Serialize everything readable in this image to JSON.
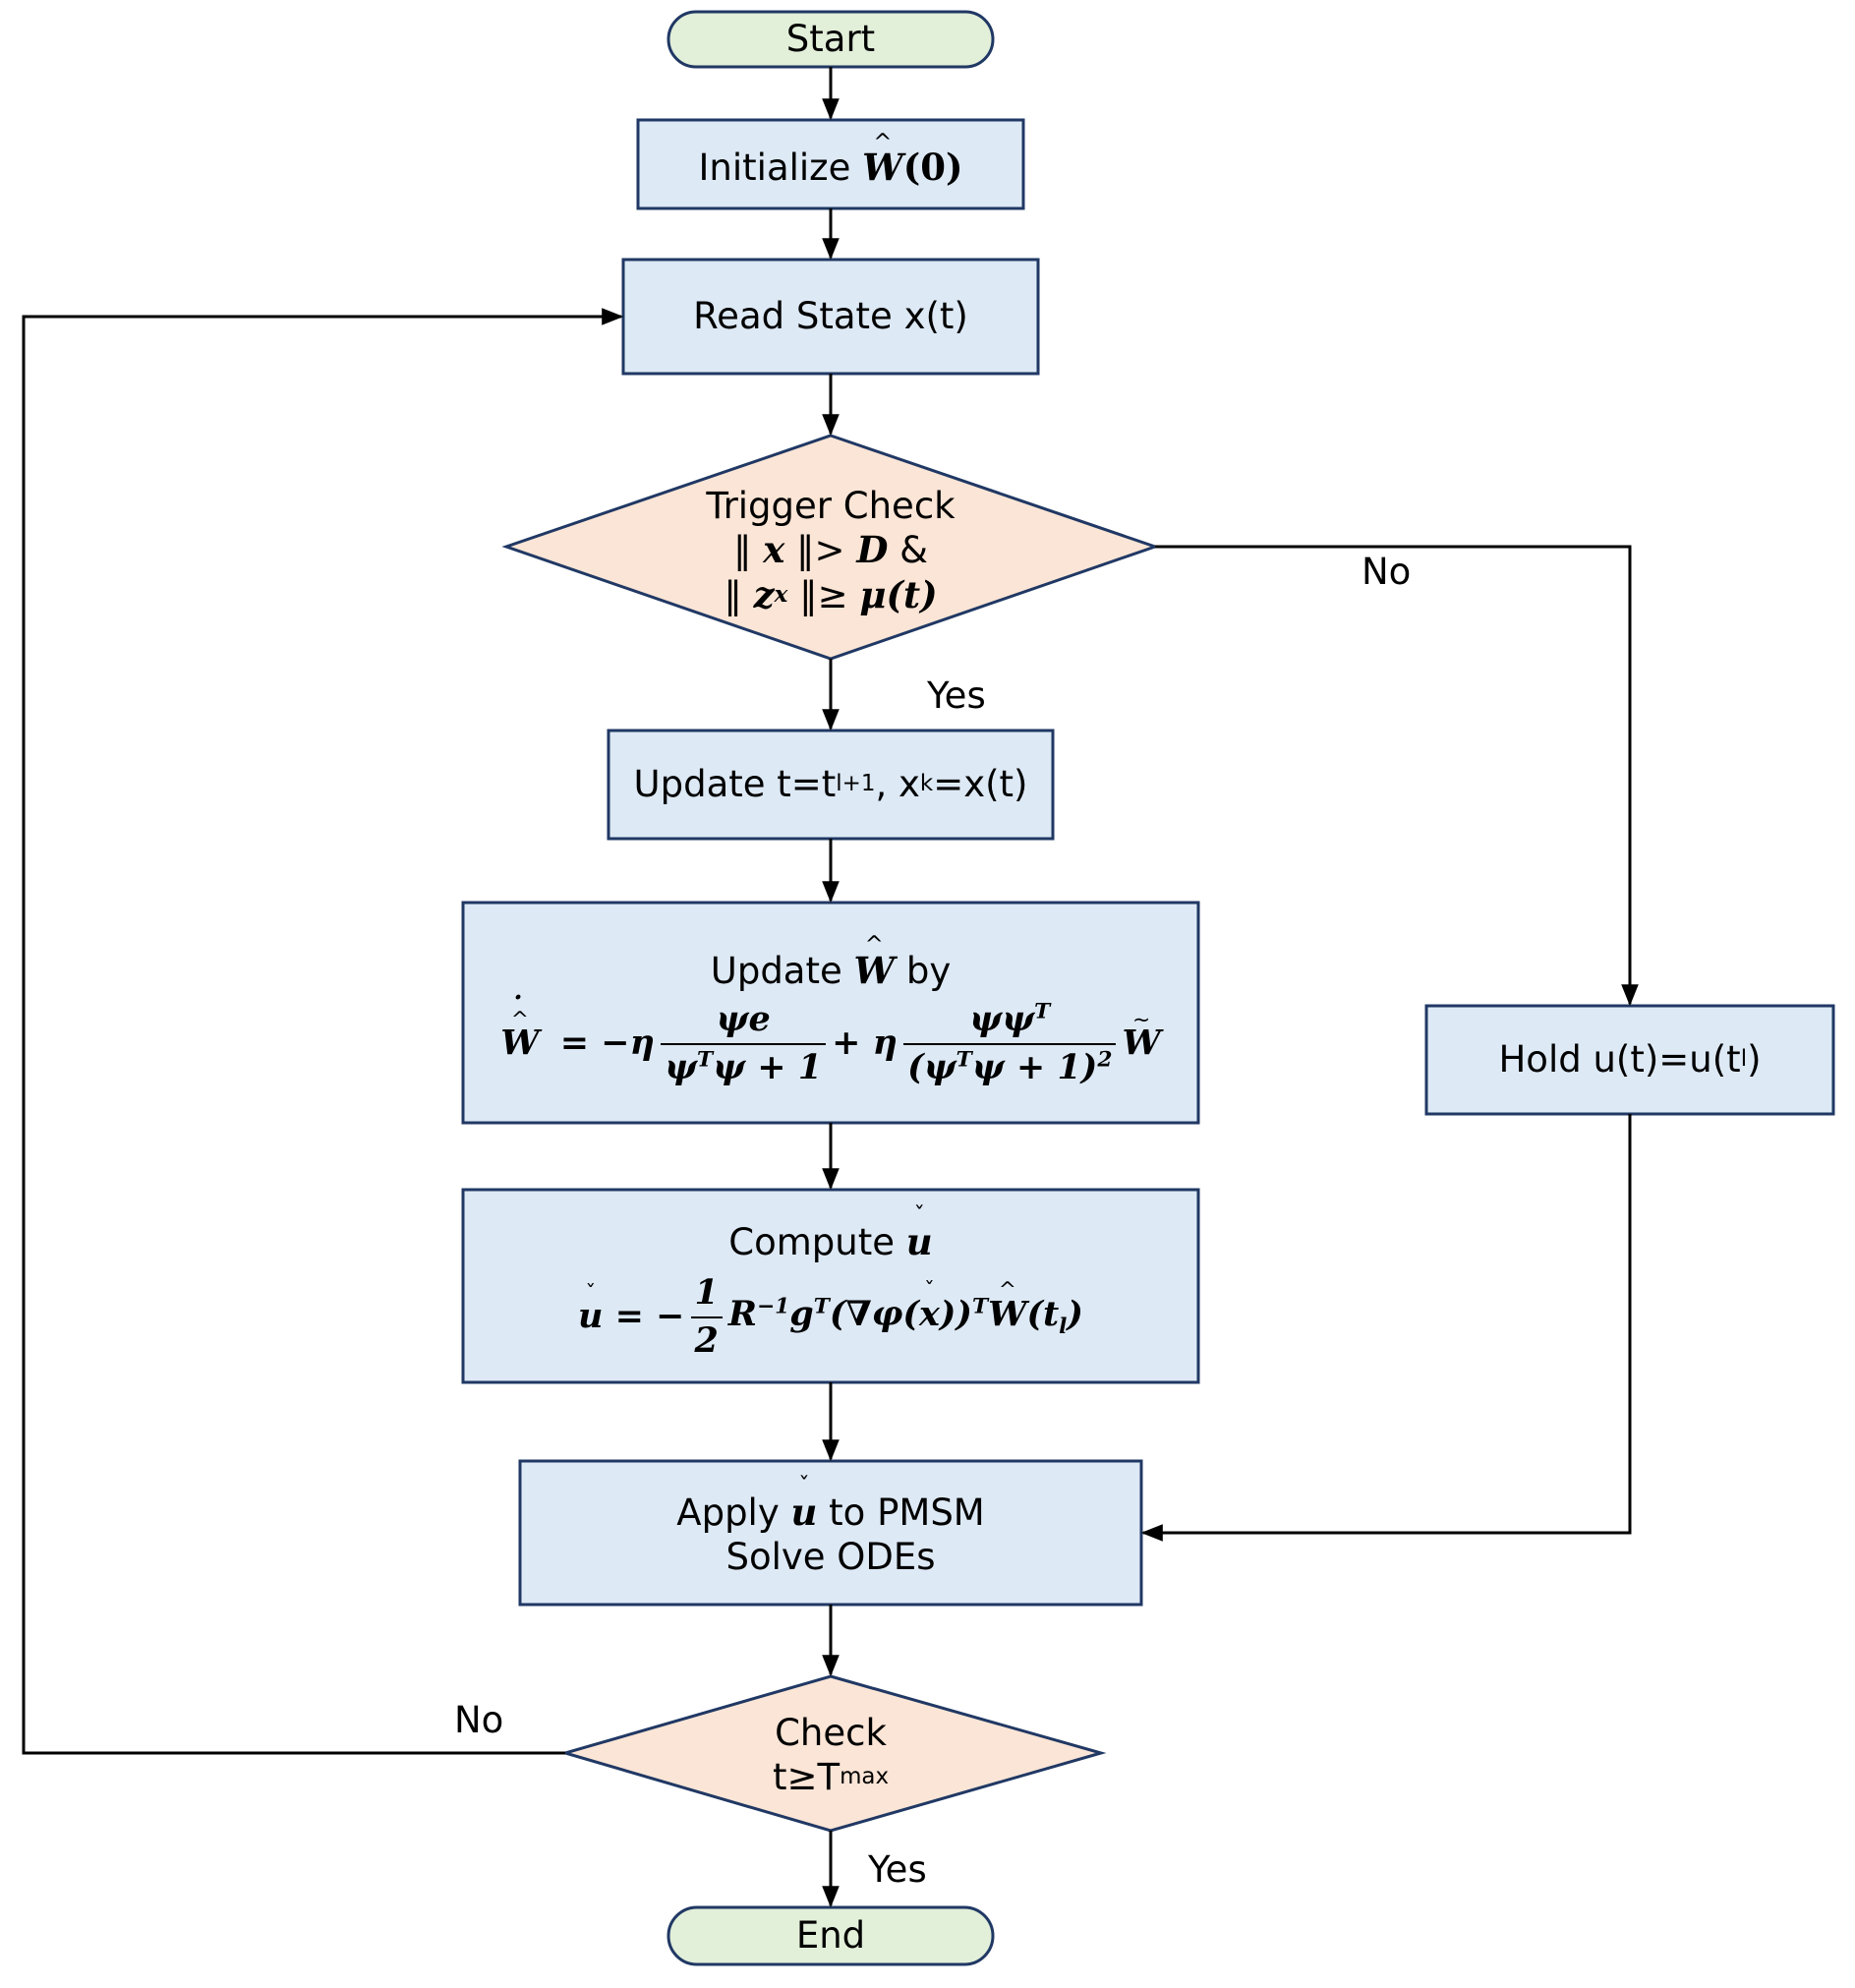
{
  "nodes": {
    "start": {
      "label": "Start"
    },
    "init": {
      "label": "Initialize",
      "symbol": "W",
      "arg": "(0)"
    },
    "read_state": {
      "label": "Read State x(t)"
    },
    "trigger": {
      "title": "Trigger Check",
      "line1_x": "x",
      "line1_D": "D",
      "amp": "&",
      "line2_z": "z",
      "line2_sub": "x",
      "line2_mu": "μ",
      "line2_t": "(t)"
    },
    "update_t": {
      "pre": "Update t=t",
      "sub1": "l+1",
      "mid": ", x",
      "sub2": "k",
      "post": "=x(t)"
    },
    "update_w": {
      "pre": "Update",
      "symbol": "W",
      "post": "by"
    },
    "compute": {
      "pre": "Compute",
      "symbol": "u"
    },
    "apply": {
      "line1_pre": "Apply",
      "symbol": "u",
      "line1_post": "to PMSM",
      "line2": "Solve ODEs"
    },
    "check": {
      "title": "Check",
      "pre": "t≥T",
      "sub": "max"
    },
    "hold": {
      "pre": "Hold u(t)=u(t",
      "sub": "l",
      "post": ")"
    },
    "end": {
      "label": "End"
    }
  },
  "edge_labels": {
    "trigger_no": "No",
    "trigger_yes": "Yes",
    "check_no": "No",
    "check_yes": "Yes"
  },
  "colors": {
    "terminal_fill": "#e2efd9",
    "process_fill": "#dde9f5",
    "decision_fill": "#fbe5d6",
    "stroke": "#203864",
    "arrow": "#000000"
  }
}
